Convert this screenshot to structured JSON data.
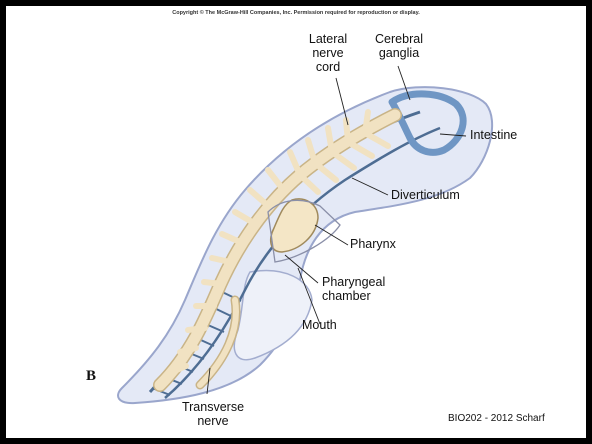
{
  "copyright": "Copyright © The McGraw-Hill Companies, Inc. Permission required for reproduction or display.",
  "figure_letter": "B",
  "footer": "BIO202 - 2012 Scharf",
  "labels": {
    "lateral_nerve_cord": "Lateral\nnerve\ncord",
    "cerebral_ganglia": "Cerebral\nganglia",
    "intestine": "Intestine",
    "diverticulum": "Diverticulum",
    "pharynx": "Pharynx",
    "pharyngeal_chamber": "Pharyngeal\nchamber",
    "mouth": "Mouth",
    "transverse_nerve": "Transverse\nnerve"
  },
  "colors": {
    "body_fill": "#e4e9f6",
    "body_outline": "#9aa6cc",
    "intestine": "#f1e2c2",
    "intestine_outline": "#c9b487",
    "nerve": "#4e6d93",
    "ganglia": "#6f96c4"
  }
}
